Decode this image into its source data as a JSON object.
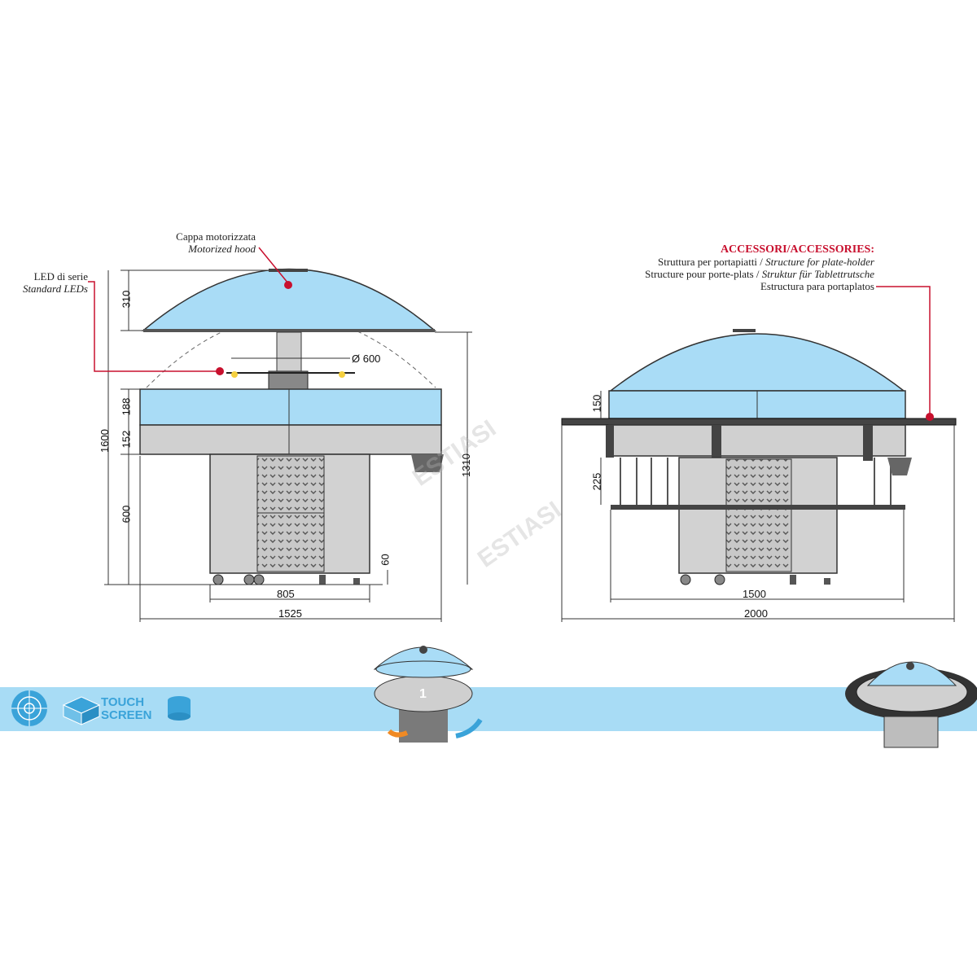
{
  "labels": {
    "hood_it": "Cappa motorizzata",
    "hood_en": "Motorized hood",
    "led_it": "LED di serie",
    "led_en": "Standard LEDs",
    "accessories_title": "ACCESSORI/ACCESSORIES:",
    "acc_line1_it": "Struttura per portapiatti / ",
    "acc_line1_en": "Structure for plate-holder",
    "acc_line2_fr": "Structure pour porte-plats / ",
    "acc_line2_de": "Struktur für Tablettrutsche",
    "acc_line3_es": "Estructura para portaplatos"
  },
  "dimensions": {
    "hood_height": "310",
    "diameter": "Ø 600",
    "total_height": "1600",
    "upper_band": "188",
    "middle_band": "152",
    "base_height": "600",
    "counter_height": "1310",
    "feet": "60",
    "cabinet_width": "805",
    "total_width_left": "1525",
    "right_band": "150",
    "right_mid": "225",
    "right_inner_width": "1500",
    "right_total_width": "2000"
  },
  "features": {
    "touch_line1": "TOUCH",
    "touch_line2": "SCREEN",
    "rotation_number": "1"
  },
  "watermark": "ESTIASI",
  "colors": {
    "glass": "#a9dcf6",
    "band": "#a8dcf5",
    "accent": "#c8102e",
    "icon": "#3aa3d9",
    "steel": "#d0d0d0"
  },
  "icons": [
    "rotation-grid-icon",
    "touch-screen-icon",
    "module-icon"
  ]
}
